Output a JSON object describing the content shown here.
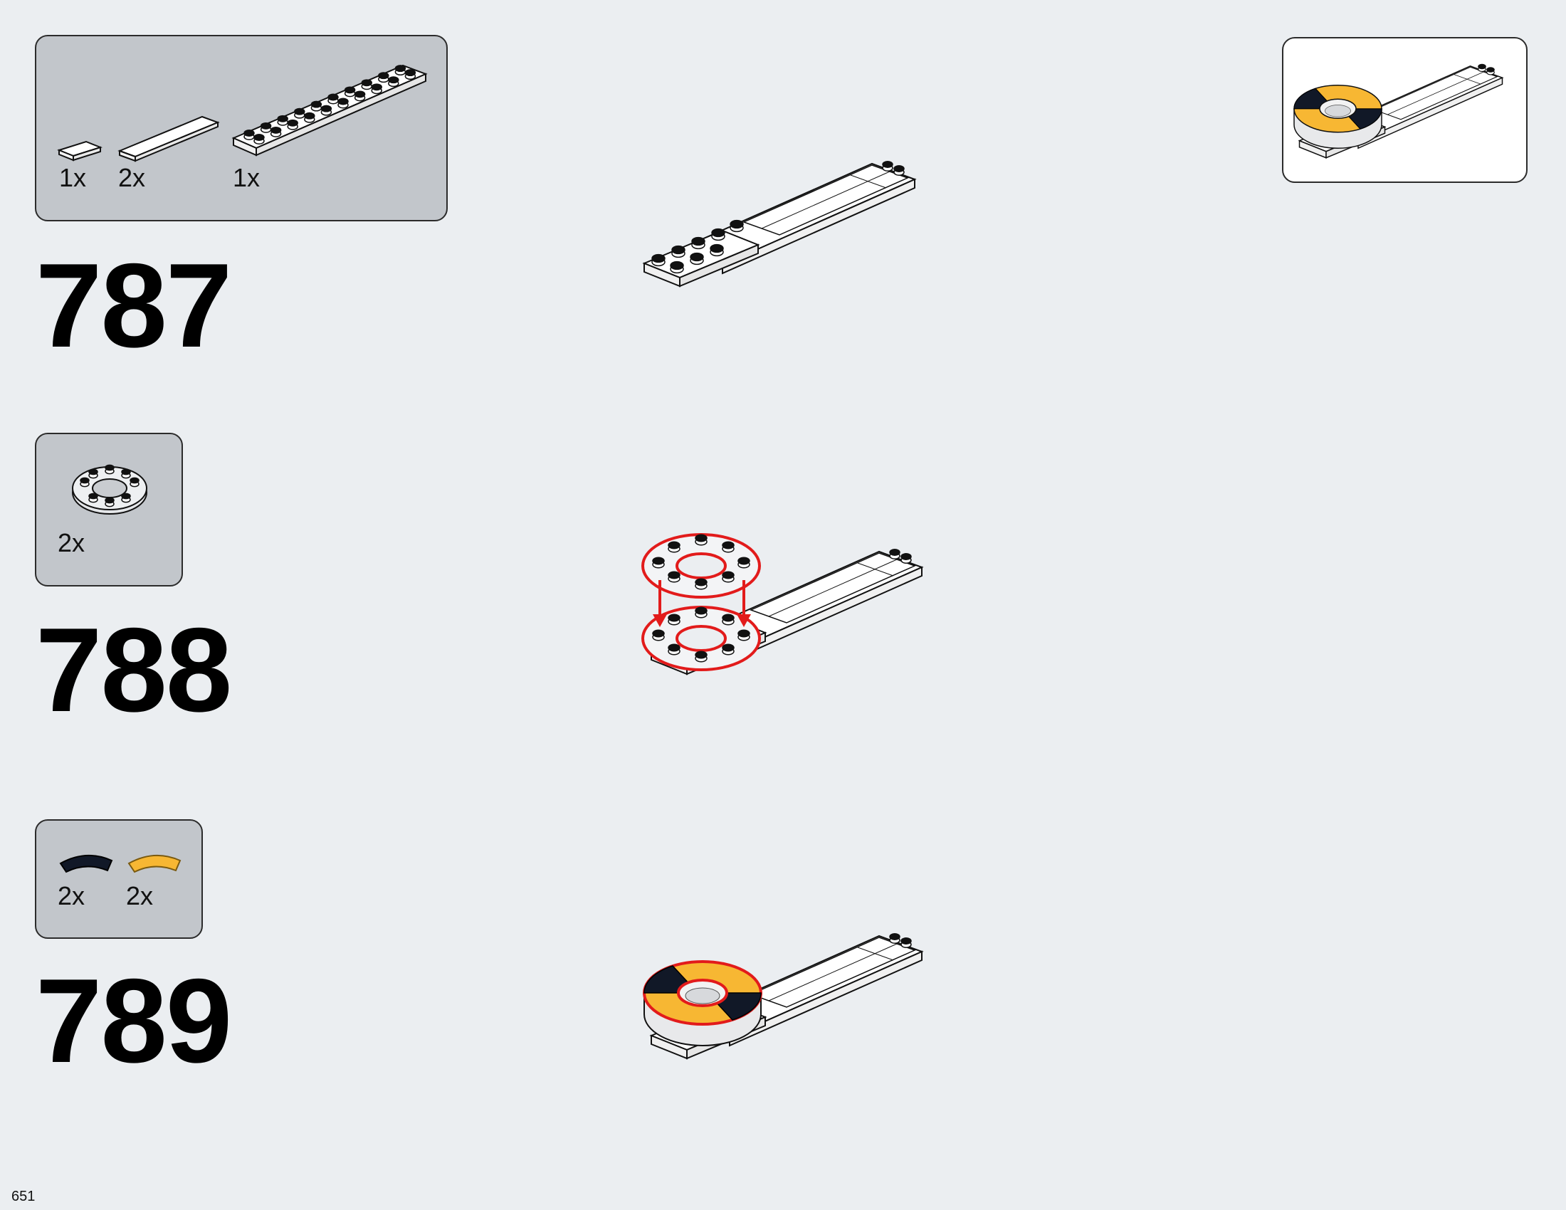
{
  "steps": [
    {
      "number": "787",
      "parts": [
        {
          "name": "tile-1x2",
          "qty": "1x",
          "color": "#ffffff"
        },
        {
          "name": "tile-1x4",
          "qty": "2x",
          "color": "#ffffff"
        },
        {
          "name": "plate-2x10",
          "qty": "1x",
          "color": "#ffffff"
        }
      ]
    },
    {
      "number": "788",
      "parts": [
        {
          "name": "round-plate-4x4-with-hole",
          "qty": "2x",
          "color": "#d9dde1"
        }
      ]
    },
    {
      "number": "789",
      "parts": [
        {
          "name": "curved-tile-black",
          "qty": "2x",
          "color": "#111827"
        },
        {
          "name": "curved-tile-yellow",
          "qty": "2x",
          "color": "#f7b733"
        }
      ]
    }
  ],
  "colors": {
    "highlight": "#e21b1b",
    "yellow": "#f7b733",
    "black": "#111827",
    "panel": "#c2c6cb",
    "background": "#ebeef1"
  },
  "page_number": "651"
}
